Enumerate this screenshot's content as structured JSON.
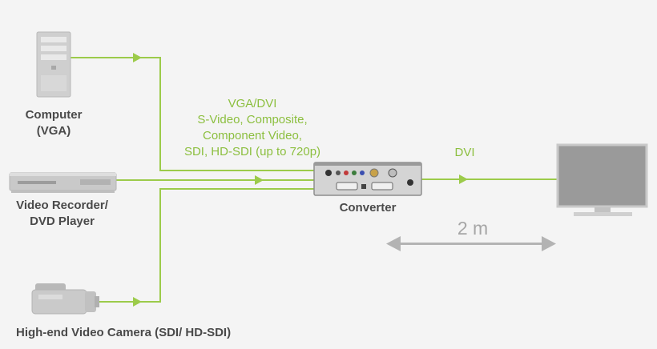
{
  "devices": {
    "computer": {
      "line1": "Computer",
      "line2": "(VGA)"
    },
    "recorder": {
      "line1": "Video Recorder/",
      "line2": "DVD Player"
    },
    "camera": {
      "line1": "High-end Video Camera (SDI/ HD-SDI)"
    },
    "converter": {
      "label": "Converter"
    }
  },
  "signals": {
    "input": [
      "VGA/DVI",
      "S-Video, Composite,",
      "Component Video,",
      "SDI, HD-SDI (up to 720p)"
    ],
    "output": "DVI"
  },
  "distance": "2 m",
  "colors": {
    "line": "#9ccb4a",
    "text": "#4a4a4a",
    "signal_text": "#8cbf3f",
    "background": "#f4f4f4",
    "arrow_gray": "#b3b3b3"
  }
}
